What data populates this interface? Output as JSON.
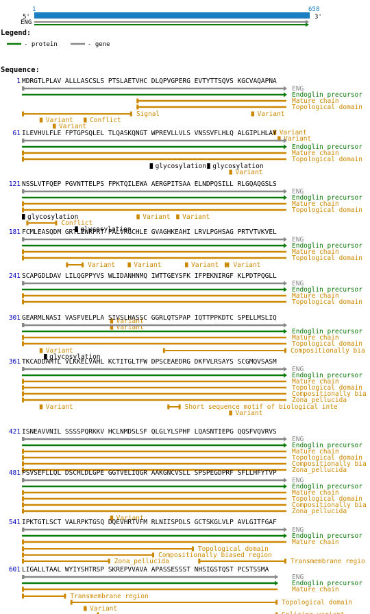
{
  "overview": {
    "start": "1",
    "end": "658",
    "five_prime": "5'",
    "three_prime": "3'",
    "track_label": "ENG"
  },
  "legend": {
    "title": "Legend:",
    "items": [
      {
        "label": "- protein",
        "color": "#0a7a0a"
      },
      {
        "label": "- gene",
        "color": "#888888"
      }
    ]
  },
  "sequence_title": "Sequence:",
  "colors": {
    "gene": "#888888",
    "protein": "#0a7a0a",
    "feature": "#cc8800",
    "overview_bar": "#1a7fc0",
    "number": "#0000bb",
    "sequence": "#000000",
    "site": "#000000"
  },
  "blocks": [
    {
      "num": "1",
      "seq": "MDRGTLPLAV ALLLASCSLS PTSLAETVHC DLQPVGPERG EVTYTTSQVS KGCVAQAPNA",
      "tracks": [
        {
          "label": "ENG",
          "kind": "gene",
          "start": 0,
          "end": 60,
          "arrow": true
        },
        {
          "label": "Endoglin precursor",
          "kind": "protein",
          "start": 0,
          "end": 60,
          "arrow": true
        },
        {
          "label": "Mature chain",
          "kind": "feature",
          "start": 26,
          "end": 60
        },
        {
          "label": "Topological domain",
          "kind": "feature",
          "start": 26,
          "end": 60
        }
      ],
      "annotations": [
        {
          "label": "Signal",
          "kind": "feature",
          "start": 0,
          "end": 25,
          "row": 0
        },
        {
          "label": "Variant",
          "kind": "feature",
          "start": 52,
          "end": 52,
          "row": 0
        },
        {
          "label": "Variant",
          "kind": "feature",
          "start": 4,
          "end": 4,
          "row": 1
        },
        {
          "label": "Conflict",
          "kind": "feature",
          "start": 14,
          "end": 14,
          "row": 1
        },
        {
          "label": "Variant",
          "kind": "feature",
          "start": 7,
          "end": 7,
          "row": 2
        },
        {
          "label": "Variant",
          "kind": "feature",
          "start": 57,
          "end": 57,
          "row": 3
        },
        {
          "label": "Variant",
          "kind": "feature",
          "start": 58,
          "end": 58,
          "row": 4
        }
      ]
    },
    {
      "num": "61",
      "seq": "ILEVHVLFLE FPTGPSQLEL TLQASKQNGT WPREVLLVLS VNSSVFLHLQ ALGIPLHLAY",
      "tracks": [
        {
          "label": "",
          "kind": "gene",
          "start": 0,
          "end": 60,
          "arrow": true
        },
        {
          "label": "Endoglin precursor",
          "kind": "protein",
          "start": 0,
          "end": 60,
          "arrow": true
        },
        {
          "label": "Mature chain",
          "kind": "feature",
          "start": 0,
          "end": 60
        },
        {
          "label": "Topological domain",
          "kind": "feature",
          "start": 0,
          "end": 60
        }
      ],
      "annotations": [
        {
          "label": "glycosylation",
          "kind": "site",
          "start": 29,
          "end": 29,
          "row": 0
        },
        {
          "label": "glycosylation",
          "kind": "site",
          "start": 42,
          "end": 42,
          "row": 0
        },
        {
          "label": "Variant",
          "kind": "feature",
          "start": 47,
          "end": 47,
          "row": 1
        }
      ]
    },
    {
      "num": "121",
      "seq": "NSSLVTFQEP PGVNTTELPS FPKTQILEWA AERGPITSAA ELNDPQSILL RLGQAQGSLS",
      "tracks": [
        {
          "label": "ENG",
          "kind": "gene",
          "start": 0,
          "end": 60,
          "arrow": true
        },
        {
          "label": "Endoglin precursor",
          "kind": "protein",
          "start": 0,
          "end": 60,
          "arrow": true
        },
        {
          "label": "Mature chain",
          "kind": "feature",
          "start": 0,
          "end": 60
        },
        {
          "label": "Topological domain",
          "kind": "feature",
          "start": 0,
          "end": 60
        }
      ],
      "annotations": [
        {
          "label": "glycosylation",
          "kind": "site",
          "start": 0,
          "end": 0,
          "row": 0
        },
        {
          "label": "Variant",
          "kind": "feature",
          "start": 26,
          "end": 26,
          "row": 0
        },
        {
          "label": "Variant",
          "kind": "feature",
          "start": 35,
          "end": 35,
          "row": 0
        },
        {
          "label": "Conflict",
          "kind": "feature",
          "start": 1,
          "end": 8,
          "row": 1
        },
        {
          "label": "glycosylation",
          "kind": "site",
          "start": 12,
          "end": 12,
          "row": 2
        }
      ]
    },
    {
      "num": "181",
      "seq": "FCMLEASQDM GRTLEWRPRT PALVRGCHLE GVAGHKEAHI LRVLPGHSAG PRTVTVKVEL",
      "tracks": [
        {
          "label": "ENG",
          "kind": "gene",
          "start": 0,
          "end": 60,
          "arrow": true
        },
        {
          "label": "Endoglin precursor",
          "kind": "protein",
          "start": 0,
          "end": 60,
          "arrow": true
        },
        {
          "label": "Mature chain",
          "kind": "feature",
          "start": 0,
          "end": 60
        },
        {
          "label": "Topological domain",
          "kind": "feature",
          "start": 0,
          "end": 60
        }
      ],
      "annotations": [
        {
          "label": "Variant",
          "kind": "feature",
          "start": 10,
          "end": 14,
          "row": 0
        },
        {
          "label": "Variant",
          "kind": "feature",
          "start": 24,
          "end": 24,
          "row": 0
        },
        {
          "label": "Variant",
          "kind": "feature",
          "start": 37,
          "end": 37,
          "row": 0
        },
        {
          "label": "Variant",
          "kind": "feature",
          "start": 46,
          "end": 47,
          "row": 0
        }
      ]
    },
    {
      "num": "241",
      "seq": "SCAPGDLDAV LILQGPPYVS WLIDANHNMQ IWTTGEYSFK IFPEKNIRGF KLPDTPQGLL",
      "tracks": [
        {
          "label": "ENG",
          "kind": "gene",
          "start": 0,
          "end": 60,
          "arrow": true
        },
        {
          "label": "Endoglin precursor",
          "kind": "protein",
          "start": 0,
          "end": 60,
          "arrow": true
        },
        {
          "label": "Mature chain",
          "kind": "feature",
          "start": 0,
          "end": 60
        },
        {
          "label": "Topological domain",
          "kind": "feature",
          "start": 0,
          "end": 60
        }
      ],
      "annotations": [
        {
          "label": "Variant",
          "kind": "feature",
          "start": 20,
          "end": 20,
          "row": 2
        },
        {
          "label": "Variant",
          "kind": "feature",
          "start": 20,
          "end": 20,
          "row": 3
        }
      ]
    },
    {
      "num": "301",
      "seq": "GEARMLNASI VASFVELPLA SIVSLHASSC GGRLQTSPAP IQTTPPKDTC SPELLMSLIQ",
      "tracks": [
        {
          "label": "",
          "kind": "gene",
          "start": 0,
          "end": 60,
          "arrow": true
        },
        {
          "label": "Endoglin precursor",
          "kind": "protein",
          "start": 0,
          "end": 60,
          "arrow": true
        },
        {
          "label": "Mature chain",
          "kind": "feature",
          "start": 0,
          "end": 60
        },
        {
          "label": "Topological domain",
          "kind": "feature",
          "start": 0,
          "end": 60
        }
      ],
      "annotations": [
        {
          "label": "Compositionally bia",
          "kind": "feature",
          "start": 32,
          "end": 60,
          "row": 0
        },
        {
          "label": "Variant",
          "kind": "feature",
          "start": 4,
          "end": 4,
          "row": 0
        },
        {
          "label": "glycosylation",
          "kind": "site",
          "start": 5,
          "end": 5,
          "row": 1
        }
      ]
    },
    {
      "num": "361",
      "seq": "TKCADDAMTL VLKKELVAHL KCTITGLTFW DPSCEAEDRG DKFVLRSAYS SCGMQVSASM",
      "tracks": [
        {
          "label": "ENG",
          "kind": "gene",
          "start": 0,
          "end": 60,
          "arrow": true
        },
        {
          "label": "Endoglin precursor",
          "kind": "protein",
          "start": 0,
          "end": 60,
          "arrow": true
        },
        {
          "label": "Mature chain",
          "kind": "feature",
          "start": 0,
          "end": 60
        },
        {
          "label": "Topological domain",
          "kind": "feature",
          "start": 0,
          "end": 60
        },
        {
          "label": "Compositionally bia",
          "kind": "feature",
          "start": 0,
          "end": 60
        },
        {
          "label": "Zona_pellucida",
          "kind": "feature",
          "start": 0,
          "end": 60
        }
      ],
      "annotations": [
        {
          "label": "Variant",
          "kind": "feature",
          "start": 4,
          "end": 4,
          "row": 0
        },
        {
          "label": "Short sequence motif of biological inte",
          "kind": "feature",
          "start": 33,
          "end": 36,
          "row": 0
        },
        {
          "label": "Variant",
          "kind": "feature",
          "start": 47,
          "end": 47,
          "row": 1
        }
      ]
    },
    {
      "num": "421",
      "seq": "ISNEAVVNIL SSSSPQRKKV HCLNMDSLSF QLGLYLSPHF LQASNTIEPG QQSFVQVRVS",
      "tracks": [
        {
          "label": "ENG",
          "kind": "gene",
          "start": 0,
          "end": 60,
          "arrow": true
        },
        {
          "label": "Endoglin precursor",
          "kind": "protein",
          "start": 0,
          "end": 60,
          "arrow": true
        },
        {
          "label": "Mature chain",
          "kind": "feature",
          "start": 0,
          "end": 60
        },
        {
          "label": "Topological domain",
          "kind": "feature",
          "start": 0,
          "end": 60
        },
        {
          "label": "Compositionally bia",
          "kind": "feature",
          "start": 0,
          "end": 60
        },
        {
          "label": "Zona_pellucida",
          "kind": "feature",
          "start": 0,
          "end": 60
        }
      ],
      "annotations": []
    },
    {
      "num": "481",
      "seq": "PSVSEFLLQL DSCHLDLGPE GGTVELIQGR AAKGNCVSLL SPSPEGDPRF SFLLHFYTVP",
      "tracks": [
        {
          "label": "ENG",
          "kind": "gene",
          "start": 0,
          "end": 60,
          "arrow": true
        },
        {
          "label": "Endoglin precursor",
          "kind": "protein",
          "start": 0,
          "end": 60,
          "arrow": true
        },
        {
          "label": "Mature chain",
          "kind": "feature",
          "start": 0,
          "end": 60
        },
        {
          "label": "Topological domain",
          "kind": "feature",
          "start": 0,
          "end": 60
        },
        {
          "label": "Compositionally bia",
          "kind": "feature",
          "start": 0,
          "end": 60
        },
        {
          "label": "Zona_pellucida",
          "kind": "feature",
          "start": 0,
          "end": 60
        }
      ],
      "annotations": [
        {
          "label": "Variant",
          "kind": "feature",
          "start": 20,
          "end": 20,
          "row": 0
        }
      ]
    },
    {
      "num": "541",
      "seq": "IPKTGTLSCT VALRPKTGSQ DQEVHRTVFM RLNIISPDLS GCTSKGLVLP AVLGITFGAF",
      "tracks": [
        {
          "label": "ENG",
          "kind": "gene",
          "start": 0,
          "end": 60,
          "arrow": true
        },
        {
          "label": "Endoglin precursor",
          "kind": "protein",
          "start": 0,
          "end": 60,
          "arrow": true
        },
        {
          "label": "Mature chain",
          "kind": "feature",
          "start": 0,
          "end": 60
        }
      ],
      "annotations": [
        {
          "label": "Topological domain",
          "kind": "feature",
          "start": 0,
          "end": 39,
          "row": 0
        },
        {
          "label": "Compositionally biased region",
          "kind": "feature",
          "start": 0,
          "end": 30,
          "row": 1
        },
        {
          "label": "Zona_pellucida",
          "kind": "feature",
          "start": 0,
          "end": 20,
          "row": 2
        },
        {
          "label": "Transmembrane regio",
          "kind": "feature",
          "start": 40,
          "end": 60,
          "row": 2
        }
      ]
    },
    {
      "num": "601",
      "seq": "LIGALLTAAL WYIYSHTRSP SKREPVVAVA APASSESSST NHSIGSTQST PCSTSSMA",
      "tracks": [
        {
          "label": "ENG",
          "kind": "gene",
          "start": 0,
          "end": 58,
          "arrow": true
        },
        {
          "label": "Endoglin precursor",
          "kind": "protein",
          "start": 0,
          "end": 58,
          "arrow": true
        },
        {
          "label": "Mature chain",
          "kind": "feature",
          "start": 0,
          "end": 58
        }
      ],
      "annotations": [
        {
          "label": "Transmembrane region",
          "kind": "feature",
          "start": 0,
          "end": 10,
          "row": 0
        },
        {
          "label": "Topological domain",
          "kind": "feature",
          "start": 11,
          "end": 58,
          "row": 1
        },
        {
          "label": "Variant",
          "kind": "feature",
          "start": 14,
          "end": 14,
          "row": 2
        },
        {
          "label": "Splicing variant",
          "kind": "feature",
          "start": 17,
          "end": 58,
          "row": 3
        }
      ]
    }
  ]
}
